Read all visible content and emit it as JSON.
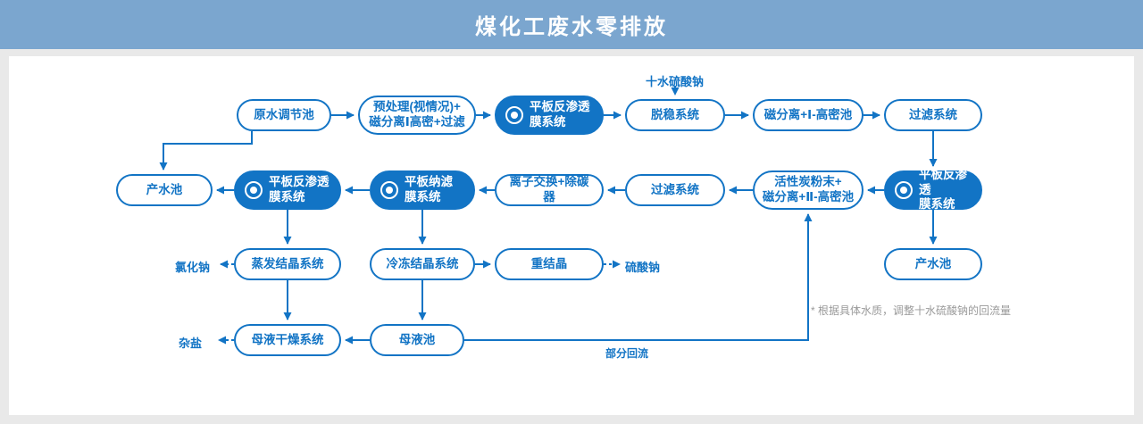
{
  "header": {
    "title": "煤化工废水零排放"
  },
  "nodes": {
    "raw_water_pool": {
      "label": "原水调节池"
    },
    "pretreatment": {
      "label": "预处理(视情况)+\n磁分离Ⅰ高密+过滤"
    },
    "ro_membrane_1": {
      "label": "平板反渗透\n膜系统"
    },
    "destabilization": {
      "label": "脱稳系统"
    },
    "magnetic_sep_1": {
      "label": "磁分离+Ⅰ-高密池"
    },
    "filter_system_1": {
      "label": "过滤系统"
    },
    "ro_membrane_2": {
      "label": "平板反渗透\n膜系统"
    },
    "carbon_magnetic_sep": {
      "label": "活性炭粉末+\n磁分离+Ⅱ-高密池"
    },
    "filter_system_2": {
      "label": "过滤系统"
    },
    "ion_exchange": {
      "label": "离子交换+除碳器"
    },
    "nf_membrane": {
      "label": "平板纳滤\n膜系统"
    },
    "ro_membrane_3": {
      "label": "平板反渗透\n膜系统"
    },
    "product_pool_left": {
      "label": "产水池"
    },
    "evaporation_cryst": {
      "label": "蒸发结晶系统"
    },
    "freezing_cryst": {
      "label": "冷冻结晶系统"
    },
    "recrystallization": {
      "label": "重结晶"
    },
    "product_pool_right": {
      "label": "产水池"
    },
    "mother_liquor_drying": {
      "label": "母液干燥系统"
    },
    "mother_liquor_pool": {
      "label": "母液池"
    }
  },
  "outputs": {
    "sodium_chloride": "氯化钠",
    "sodium_sulfate": "硫酸钠",
    "mixed_salt": "杂盐"
  },
  "annotations": {
    "decahydrate_input": "十水硫酸钠",
    "partial_reflux": "部分回流",
    "note": "* 根据具体水质，调整十水硫酸钠的回流量"
  },
  "colors": {
    "accent": "#1274c5",
    "header_bg": "#7ba6cf",
    "page_bg": "#e9e9e9"
  }
}
